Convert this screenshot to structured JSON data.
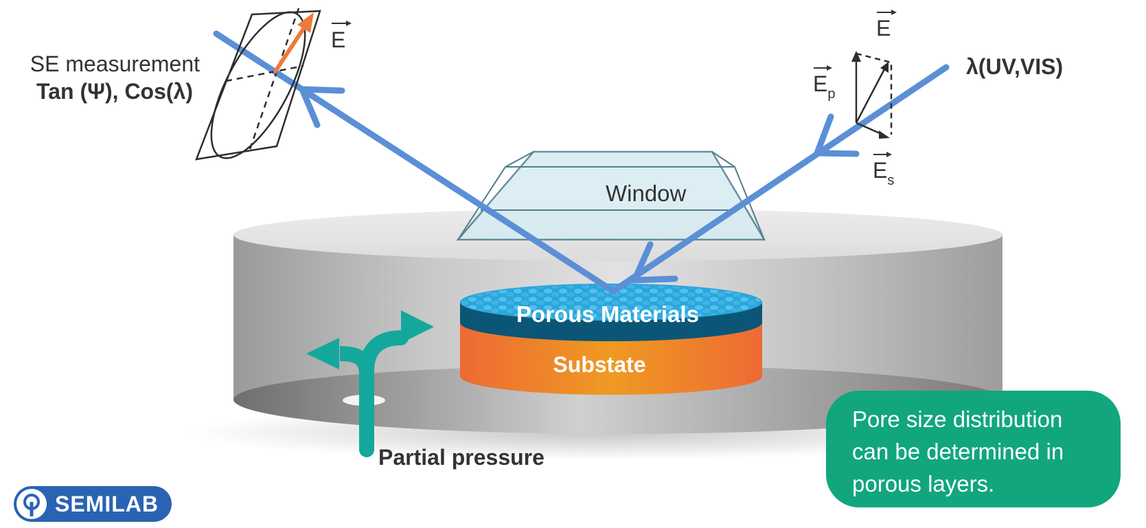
{
  "labels": {
    "se_measurement": "SE measurement",
    "se_formula": "Tan (Ψ), Cos(λ)",
    "e_vector": "E",
    "e_vector_right": "E",
    "e_p": "E",
    "e_p_sub": "p",
    "e_s": "E",
    "e_s_sub": "s",
    "lambda": "λ(UV,VIS)",
    "window": "Window",
    "porous": "Porous Materials",
    "substrate": "Substate",
    "partial_pressure": "Partial pressure"
  },
  "note": "Pore size distribution can be determined in porous layers.",
  "logo": {
    "text": "SEMILAB"
  },
  "colors": {
    "beam": "#5b8fd6",
    "note_bg": "#12a67e",
    "logo_bg": "#2a63b3",
    "pipe": "#14a89c",
    "porous_top": "#2aa6dc",
    "porous_band": "#0b5676",
    "substrate_orange": "#ee7a32",
    "polarization_arrow": "#ee7a3a"
  }
}
